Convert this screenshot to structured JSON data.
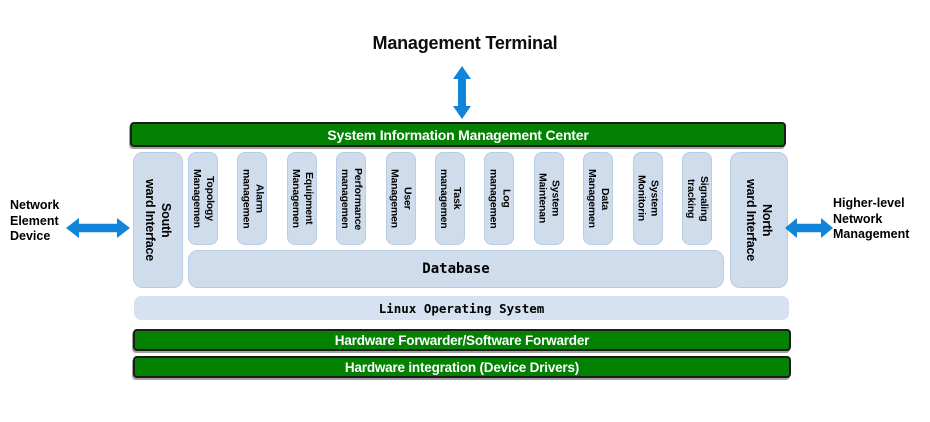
{
  "title": "Management Terminal",
  "colors": {
    "bar_green": "#028102",
    "arrow_blue": "#1084d8",
    "module_fill": "#cfdcec",
    "os_band_fill": "#d6e1f2"
  },
  "management_center_bar": "System Information Management Center",
  "left_label": "Network\nElement\nDevice",
  "right_label": "Higher-level\nNetwork\nManagement",
  "southward_interface": "South\nward Interface",
  "northward_interface": "North\nward Interface",
  "modules": [
    "Topology\nManagemen",
    "Alarm\nmanagemen",
    "Equipment\nManagemen",
    "Performance\nmanagemen",
    "User\nManagemen",
    "Task\nmanagemen",
    "Log\nmanagemen",
    "System\nMaintenan",
    "Data\nManagemen",
    "System\nMonitorin",
    "Signaling\ntracking"
  ],
  "database_label": "Database",
  "os_label": "Linux Operating System",
  "forwarder_bar": "Hardware Forwarder/Software Forwarder",
  "integration_bar": "Hardware integration (Device Drivers)"
}
